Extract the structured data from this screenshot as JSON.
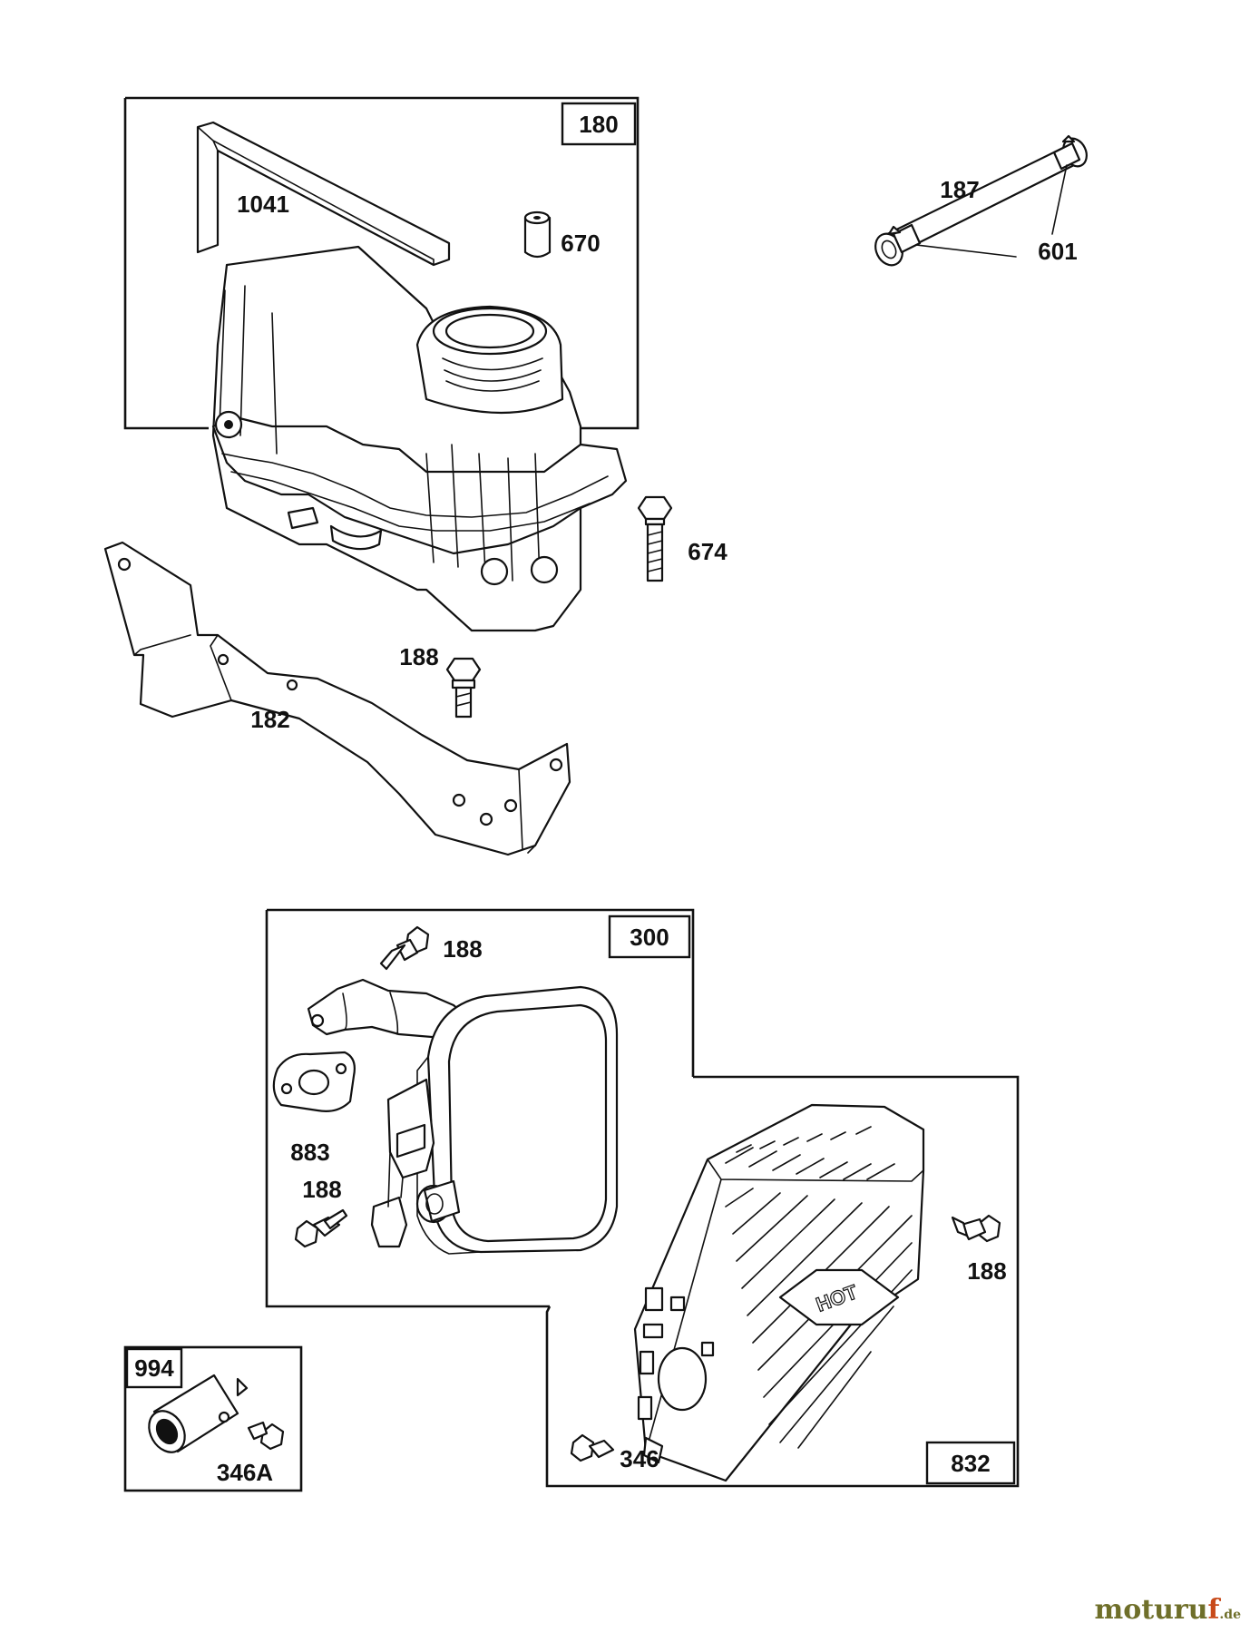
{
  "groups": {
    "g180": "180",
    "g300": "300",
    "g994": "994",
    "g832": "832"
  },
  "callouts": {
    "c1041": "1041",
    "c670": "670",
    "c187": "187",
    "c601": "601",
    "c674": "674",
    "c188a": "188",
    "c182": "182",
    "c188b": "188",
    "c883": "883",
    "c188c": "188",
    "c188d": "188",
    "c346": "346",
    "c346a": "346A"
  },
  "decal_text": "HOT",
  "watermark": {
    "main": "moturu",
    "accent": "f",
    "tld": ".de"
  },
  "colors": {
    "line": "#111111",
    "watermark_main": "#6f6f2a",
    "watermark_accent": "#c84a1a"
  }
}
